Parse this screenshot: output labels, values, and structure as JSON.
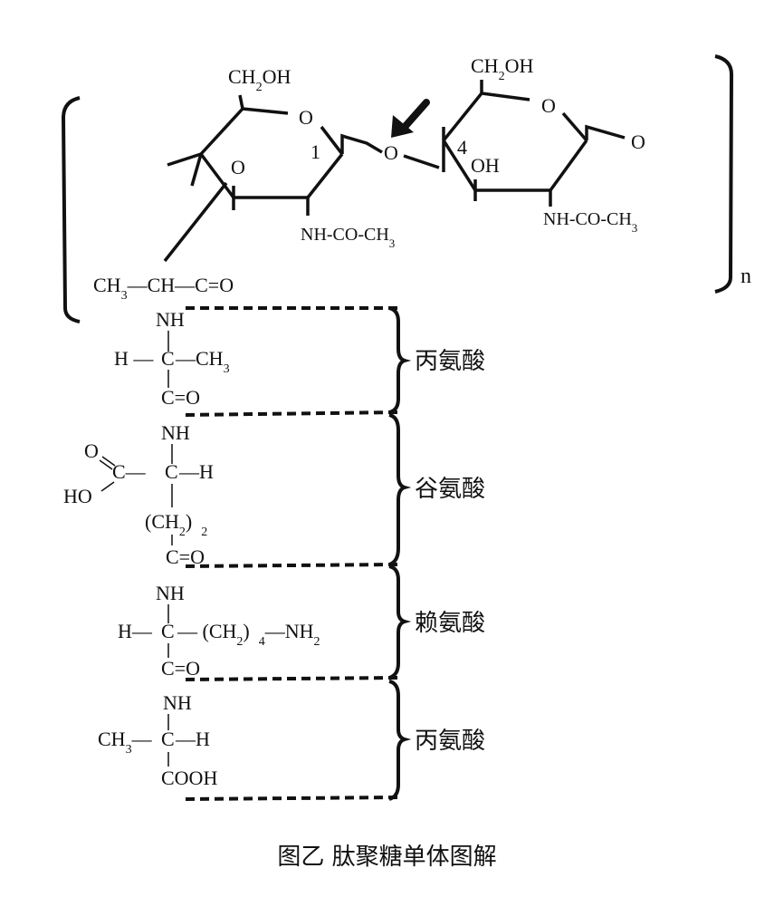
{
  "caption": "图乙 肽聚糖单体图解",
  "sugar_left": {
    "ch2oh": "CH",
    "ch2oh_sub": "2",
    "ch2oh_end": "OH",
    "ring_o": "O",
    "ring_o2": "O",
    "c1_label": "1",
    "substituent": "NH-CO-CH",
    "substituent_sub": "3"
  },
  "glycosidic_o": "O",
  "sugar_right": {
    "ch2oh": "CH",
    "ch2oh_sub": "2",
    "ch2oh_end": "OH",
    "ring_o": "O",
    "end_o": "O",
    "c4_label": "4",
    "c4_oh": "OH",
    "substituent": "NH-CO-CH",
    "substituent_sub": "3"
  },
  "repeat_label": "n",
  "lactyl": {
    "ch3": "CH",
    "ch3_sub": "3",
    "rest": "—CH—C=O"
  },
  "residues": [
    {
      "name": "丙氨酸",
      "nh": "NH",
      "left": "H —",
      "c": "C",
      "right": "—CH",
      "right_sub": "3",
      "co": "C=O"
    },
    {
      "name": "谷氨酸",
      "nh": "NH",
      "acid_o": "O",
      "acid_c": "C—",
      "acid_ho": "HO",
      "c": "C",
      "right": "—H",
      "chain": "(CH",
      "chain_sub1": "2",
      "chain_end": ")",
      "chain_sub2": "2",
      "co": "C=O"
    },
    {
      "name": "赖氨酸",
      "nh": "NH",
      "left": "H—",
      "c": "C",
      "chain": "— (CH",
      "chain_sub1": "2",
      "chain_end": ")",
      "chain_sub2": "4",
      "nh2": "—NH",
      "nh2_sub": "2",
      "co": "C=O"
    },
    {
      "name": "丙氨酸",
      "nh": "NH",
      "left": "CH",
      "left_sub": "3",
      "left_dash": "—",
      "c": "C",
      "right": "—H",
      "cooh": "COOH"
    }
  ]
}
